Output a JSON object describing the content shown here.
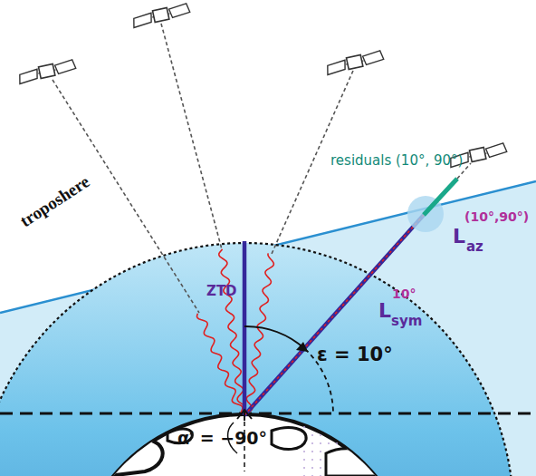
{
  "diagram": {
    "labels": [
      "residuals (10°, 90°)",
      "L",
      "(10°,90°)",
      "az",
      "ZTD",
      "L",
      "10°",
      "sym",
      "troposhere",
      "ε = 10°",
      "α′ = −90°"
    ]
  }
}
